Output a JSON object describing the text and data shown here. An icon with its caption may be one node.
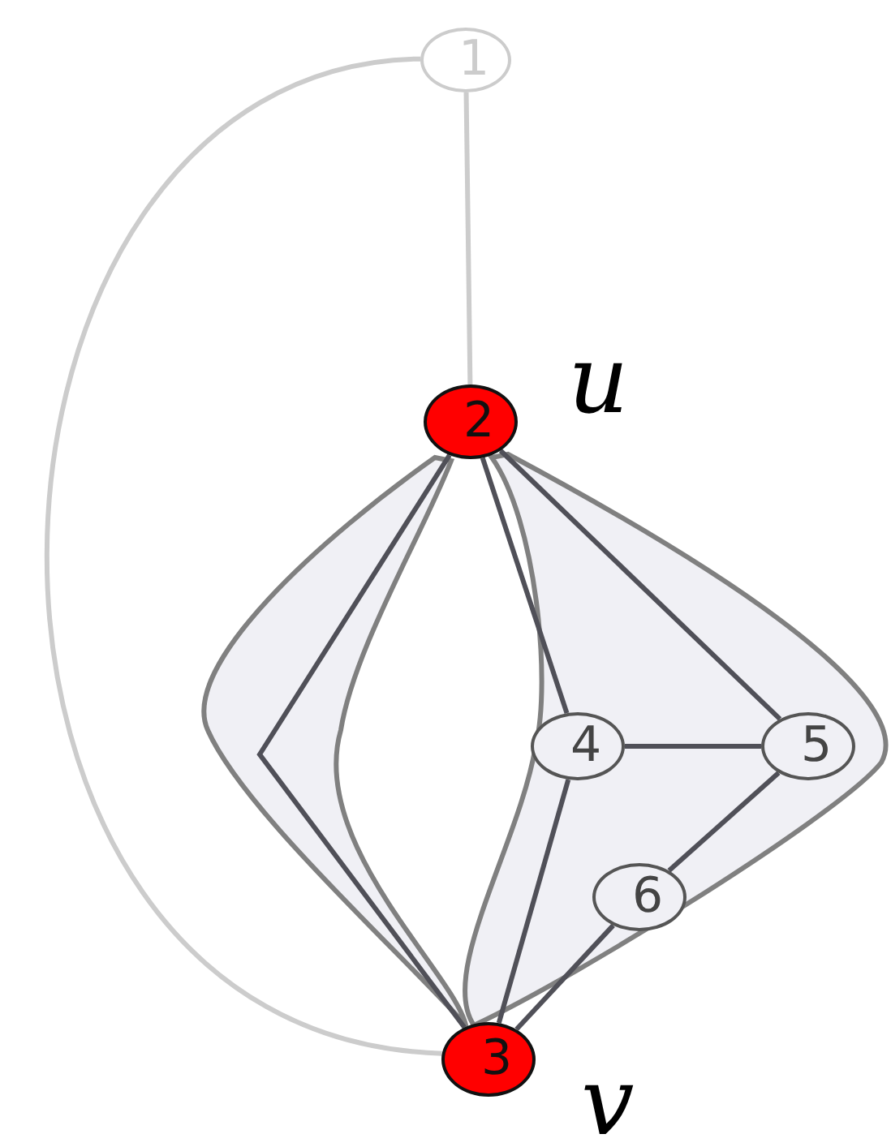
{
  "diagram": {
    "nodes": [
      {
        "text": [
          "1"
        ]
      },
      {
        "text": [
          "2"
        ]
      },
      {
        "text": [
          "3"
        ]
      },
      {
        "text": [
          "4"
        ]
      },
      {
        "text": [
          "5"
        ]
      },
      {
        "text": [
          "6"
        ]
      }
    ],
    "edges": [
      {
        "from": 0,
        "to": 1,
        "arrow": "none",
        "color": "#cccccc"
      },
      {
        "from": 0,
        "to": 2,
        "arrow": "none",
        "color": "#cccccc"
      },
      {
        "from": 1,
        "to": 2,
        "arrow": "none"
      },
      {
        "from": 1,
        "to": 3,
        "arrow": "none"
      },
      {
        "from": 1,
        "to": 4,
        "arrow": "none"
      },
      {
        "from": 3,
        "to": 4,
        "arrow": "none"
      },
      {
        "from": 3,
        "to": 2,
        "arrow": "none"
      },
      {
        "from": 4,
        "to": 5,
        "arrow": "none"
      },
      {
        "from": 5,
        "to": 2,
        "arrow": "none"
      }
    ],
    "labels": [
      "u",
      "v"
    ]
  }
}
